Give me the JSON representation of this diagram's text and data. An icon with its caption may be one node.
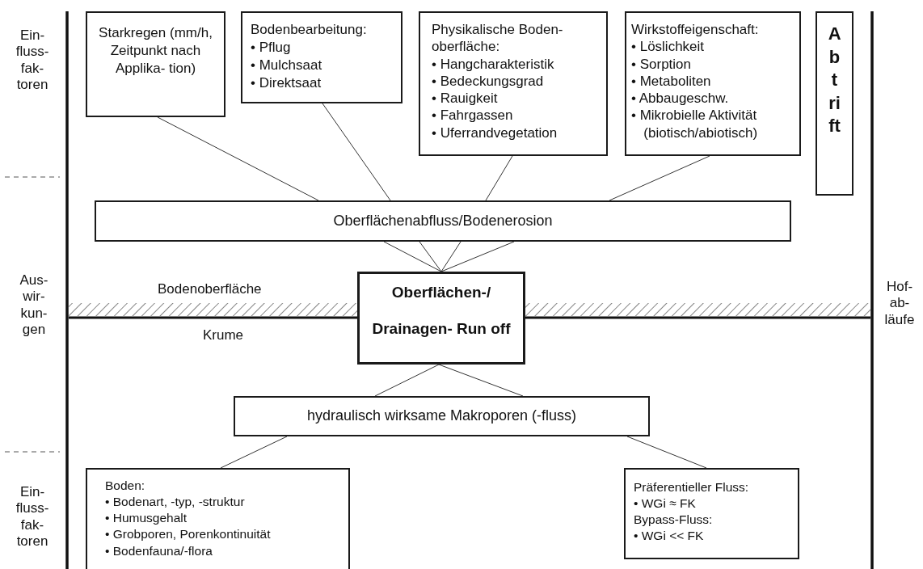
{
  "diagram": {
    "nodes": [
      {
        "text": [
          "Starkregen (mm/h, Zeitpunkt nach Applika- tion)"
        ]
      },
      {
        "text": [
          "Bodenbearbeitung:",
          "• Pflug",
          "• Mulchsaat",
          "• Direktsaat"
        ]
      },
      {
        "text": [
          "Physikalische Boden- oberfläche:",
          "• Hangcharakteristik",
          "• Bedeckungsgrad",
          "• Rauigkeit",
          "• Fahrgassen",
          "• Uferrandvegetation"
        ]
      },
      {
        "text": [
          "Wirkstoffeigenschaft:",
          "• Löslichkeit",
          "• Sorption",
          "• Metaboliten",
          "• Abbaugeschw.",
          "• Mikrobielle Aktivität (biotisch/abiotisch)"
        ]
      },
      {
        "text": [
          "Abtrift"
        ]
      },
      {
        "text": [
          "Oberflächenabfluss/Bodenerosion"
        ]
      },
      {
        "text": [
          "Oberflächen-/",
          "Drainagen- Run off"
        ]
      },
      {
        "text": [
          "hydraulisch wirksame Makroporen (-fluss)"
        ]
      },
      {
        "text": [
          "Boden:",
          "• Bodenart, -typ, -struktur",
          "• Humusgehalt",
          "• Grobporen, Porenkontinuität",
          "• Bodenfauna/-flora"
        ]
      },
      {
        "text": [
          "Präferentieller Fluss:",
          "• WGi ≈ FK",
          "Bypass-Fluss:",
          "• WGi << FK"
        ]
      }
    ],
    "edges": [
      {
        "from": 0,
        "to": 5,
        "arrow": "none"
      },
      {
        "from": 1,
        "to": 5,
        "arrow": "none"
      },
      {
        "from": 2,
        "to": 5,
        "arrow": "none"
      },
      {
        "from": 3,
        "to": 5,
        "arrow": "none"
      },
      {
        "from": 5,
        "to": 6,
        "arrow": "none"
      },
      {
        "from": 5,
        "to": 6,
        "arrow": "none"
      },
      {
        "from": 5,
        "to": 6,
        "arrow": "none"
      },
      {
        "from": 5,
        "to": 6,
        "arrow": "none"
      },
      {
        "from": 6,
        "to": 7,
        "arrow": "none"
      },
      {
        "from": 6,
        "to": 7,
        "arrow": "none"
      },
      {
        "from": 8,
        "to": 7,
        "arrow": "none"
      },
      {
        "from": 9,
        "to": 7,
        "arrow": "none"
      }
    ],
    "labels": [
      "Ein- fluss- fak- toren",
      "Aus- wir- kun- gen",
      "Hof- ab- läufe",
      "Bodenoberfläche",
      "Krume",
      "Ein- fluss- fak- toren"
    ]
  }
}
